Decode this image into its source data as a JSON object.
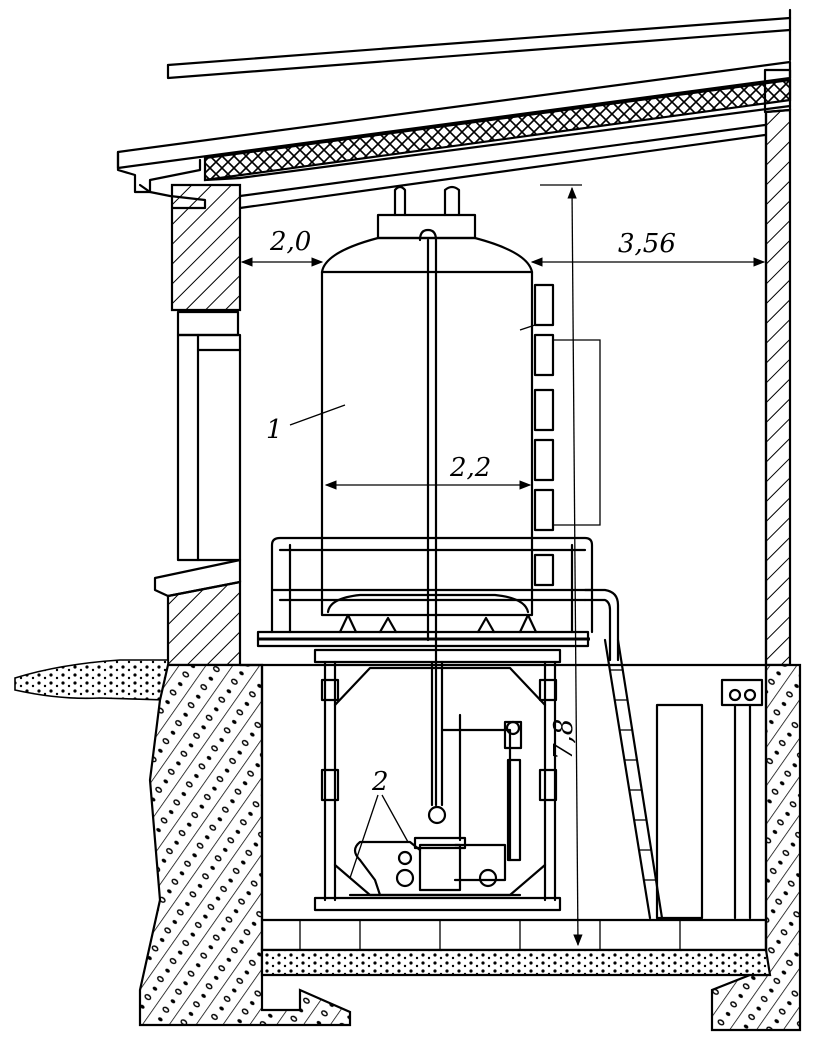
{
  "diagram": {
    "labels": {
      "tank_number": "1",
      "pump_number": "2"
    },
    "dimensions": {
      "left_clearance": "2,0",
      "right_clearance": "3,56",
      "tank_diameter": "2,2",
      "total_height": "7,8"
    }
  }
}
